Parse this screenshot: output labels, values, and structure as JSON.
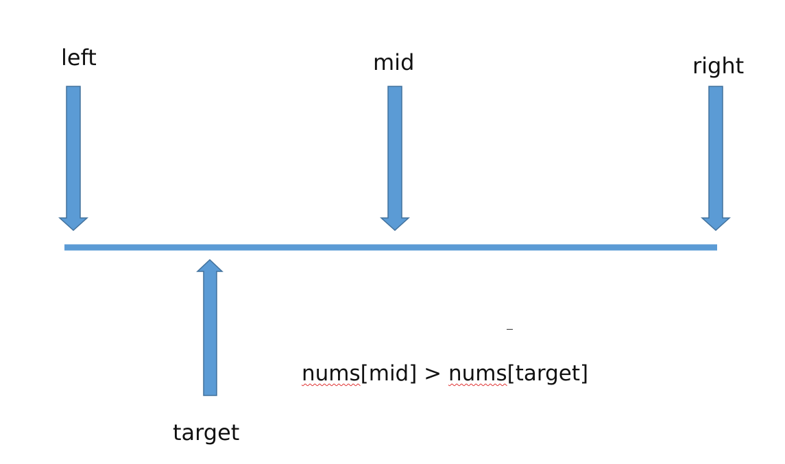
{
  "labels": {
    "left": "left",
    "mid": "mid",
    "right": "right",
    "target": "target"
  },
  "condition": {
    "part1": "nums",
    "part2": "[mid] > ",
    "part3": "nums",
    "part4": "[target]"
  },
  "colors": {
    "arrow_fill": "#5b9bd5",
    "arrow_stroke": "#41719c",
    "line": "#5b9bd5",
    "spellcheck_underline": "#e03030"
  },
  "icons": {
    "pointer_arrows": "arrow-down-icon",
    "target_arrow": "arrow-up-icon"
  }
}
